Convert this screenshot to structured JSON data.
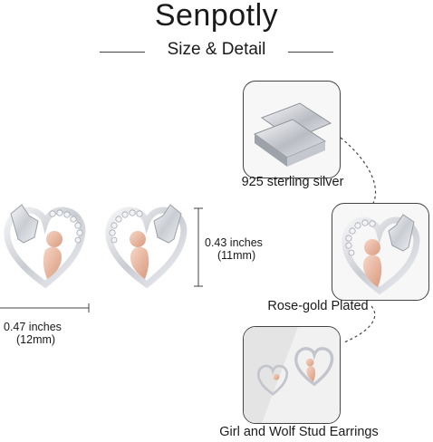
{
  "header": {
    "brand": "Senpotly",
    "subtitle": "Size & Detail"
  },
  "dimensions": {
    "height_inches": "0.43 inches",
    "height_mm": "(11mm)",
    "width_inches": "0.47 inches",
    "width_mm": "(12mm)"
  },
  "details": [
    {
      "label": "925 sterling silver",
      "icon": "silver-bar-icon"
    },
    {
      "label": "Rose-gold Plated",
      "icon": "heart-earring-icon"
    },
    {
      "label": "Girl and Wolf Stud Earrings",
      "icon": "earrings-pair-icon"
    }
  ],
  "colors": {
    "silver": "#d9dbe0",
    "rose_gold": "#e7b49c",
    "outline": "#444444"
  }
}
